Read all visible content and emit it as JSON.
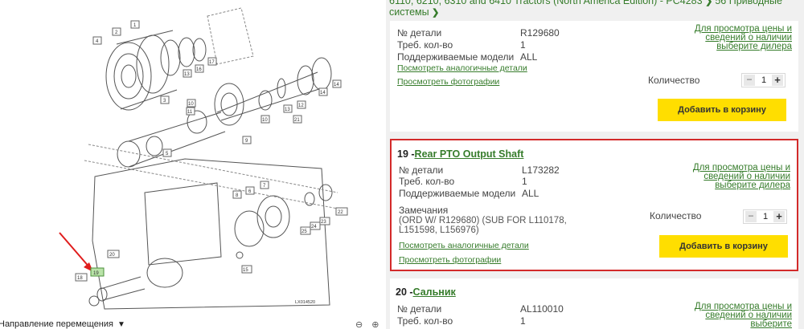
{
  "diagram": {
    "code": "LX014520",
    "direction_label": "Направление перемещения",
    "zoom_controls": "⊖ ⊕",
    "callouts": [
      "1",
      "2",
      "3",
      "4",
      "5",
      "6",
      "7",
      "8",
      "9",
      "10",
      "11",
      "12",
      "13",
      "14",
      "15",
      "16",
      "17",
      "18",
      "19",
      "20",
      "21",
      "22",
      "23",
      "24",
      "25"
    ]
  },
  "breadcrumb": {
    "line1": "6110, 6210, 6310 and 6410 Tractors (North America Edition) - PC4283",
    "line1_tail": "56 Приводные",
    "line2": "системы"
  },
  "cards": [
    {
      "part_no_label": "№ детали",
      "part_no": "R129680",
      "qty_req_label": "Треб. кол-во",
      "qty_req": "1",
      "models_label": "Поддерживаемые модели",
      "models": "ALL",
      "similar_link": "Посмотреть аналогичные детали",
      "photos_link": "Просмотреть фотографии",
      "availability_link": "Для просмотра цены и сведений о наличии выберите дилера",
      "quantity_label": "Количество",
      "quantity": "1",
      "add_to_cart": "Добавить в корзину"
    },
    {
      "number": "19 -",
      "name": "Rear PTO Output Shaft",
      "part_no_label": "№ детали",
      "part_no": "L173282",
      "qty_req_label": "Треб. кол-во",
      "qty_req": "1",
      "models_label": "Поддерживаемые модели",
      "models": "ALL",
      "notes_label": "Замечания",
      "notes": "(ORD W/ R129680) (SUB FOR L110178, L151598, L156976)",
      "similar_link": "Посмотреть аналогичные детали",
      "photos_link": "Просмотреть фотографии",
      "availability_link": "Для просмотра цены и сведений о наличии выберите дилера",
      "quantity_label": "Количество",
      "quantity": "1",
      "add_to_cart": "Добавить в корзину"
    },
    {
      "number": "20 -",
      "name": "Сальник",
      "part_no_label": "№ детали",
      "part_no": "AL110010",
      "qty_req_label": "Треб. кол-во",
      "qty_req": "1",
      "availability_link": "Для просмотра цены и сведений о наличии выберите"
    }
  ],
  "colors": {
    "link_green": "#367c2b",
    "button_yellow": "#ffde00",
    "highlight_red": "#d32a2a"
  }
}
